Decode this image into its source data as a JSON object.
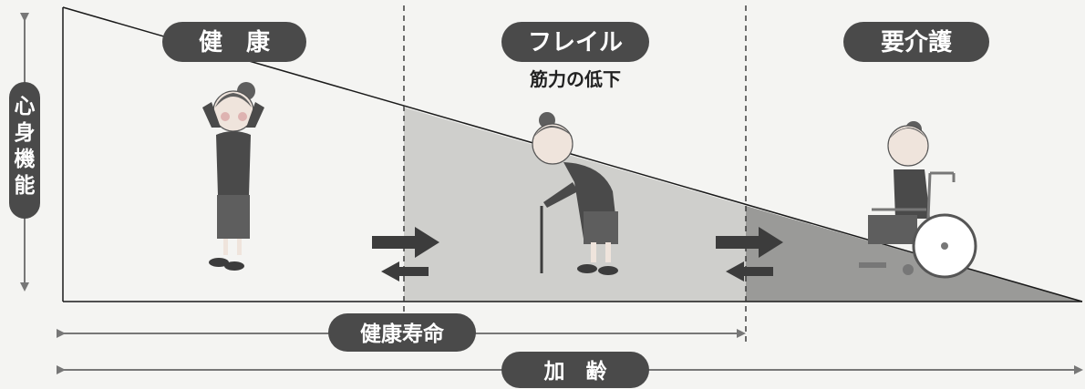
{
  "stages": {
    "healthy": {
      "label": "健　康"
    },
    "frailty": {
      "label": "フレイル",
      "note": "筋力の低下"
    },
    "care": {
      "label": "要介護"
    }
  },
  "axes": {
    "y_label": "心身機能",
    "span_label": "健康寿命",
    "x_label": "加　齢"
  },
  "colors": {
    "pill": "#4a4a4a",
    "frailty_zone": "#cfcfcc",
    "care_zone": "#9a9a98",
    "arrow": "#3c3c3c",
    "axis_line": "#777777"
  },
  "icons": [
    "woman-healthy-icon",
    "woman-with-cane-icon",
    "wheelchair-user-icon"
  ]
}
